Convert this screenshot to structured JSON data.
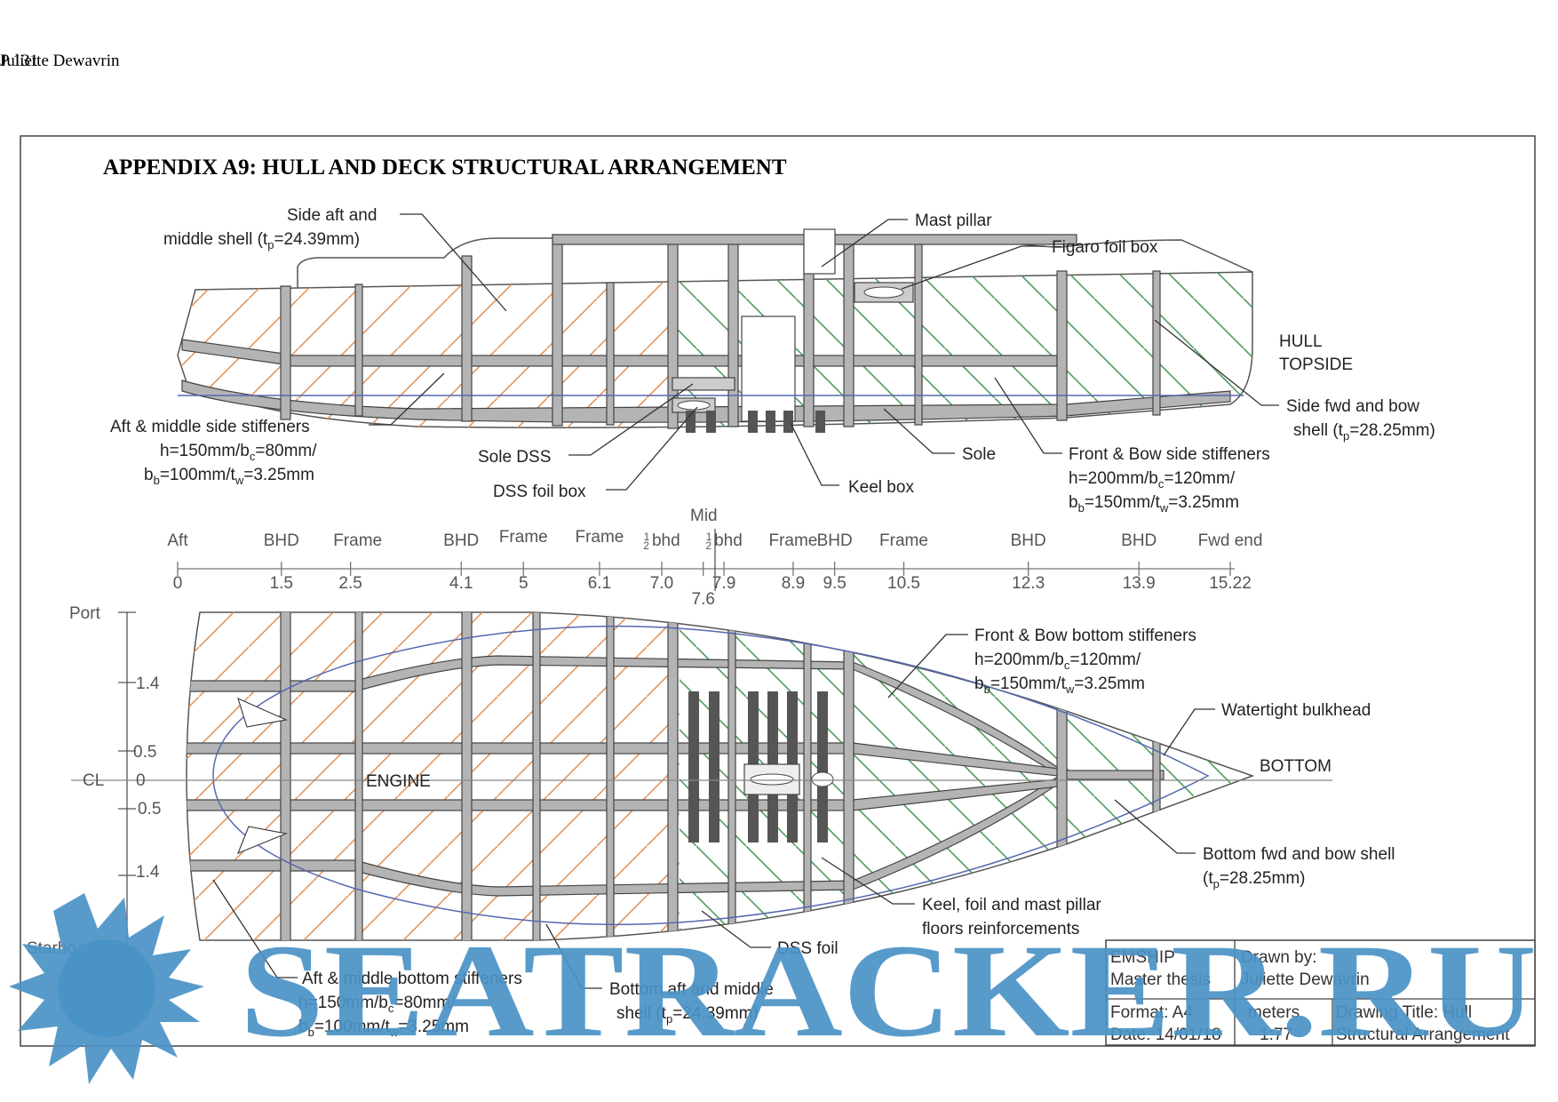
{
  "header": {
    "page": "P 131",
    "author": "Juliette Dewavrin"
  },
  "title": "APPENDIX A9: HULL AND DECK STRUCTURAL ARRANGEMENT",
  "topside": {
    "view_label_1": "HULL",
    "view_label_2": "TOPSIDE",
    "callouts": {
      "side_aft_1": "Side aft and",
      "side_aft_2a": "middle shell (t",
      "side_aft_2sub": "p",
      "side_aft_2b": "=24.39mm)",
      "mast_pillar": "Mast pillar",
      "figaro": "Figaro foil box",
      "side_fwd_1": "Side fwd and bow",
      "side_fwd_2a": "shell (t",
      "side_fwd_2sub": "p",
      "side_fwd_2b": "=28.25mm)",
      "aft_stiff_1": "Aft & middle side stiffeners",
      "aft_stiff_2a": "h=150mm/b",
      "aft_stiff_2sub": "c",
      "aft_stiff_2b": "=80mm/",
      "aft_stiff_3a": "b",
      "aft_stiff_3sub": "b",
      "aft_stiff_3b": "=100mm/t",
      "aft_stiff_3sub2": "w",
      "aft_stiff_3c": "=3.25mm",
      "sole_dss": "Sole DSS",
      "dss_foil_box": "DSS foil box",
      "keel_box": "Keel box",
      "sole": "Sole",
      "front_stiff_1": "Front & Bow side stiffeners",
      "front_stiff_2a": "h=200mm/b",
      "front_stiff_2sub": "c",
      "front_stiff_2b": "=120mm/",
      "front_stiff_3a": "b",
      "front_stiff_3sub": "b",
      "front_stiff_3b": "=150mm/t",
      "front_stiff_3sub2": "w",
      "front_stiff_3c": "=3.25mm"
    }
  },
  "scale": {
    "mid": "Mid",
    "labels": [
      "Aft",
      "BHD",
      "Frame",
      "BHD",
      "Frame",
      "Frame",
      "bhd",
      "bhd",
      "Frame",
      "BHD",
      "Frame",
      "BHD",
      "BHD",
      "Fwd end"
    ],
    "half": "1",
    "half_den": "2",
    "values": [
      "0",
      "1.5",
      "2.5",
      "4.1",
      "5",
      "6.1",
      "7.0",
      "7.6",
      "7.9",
      "8.9",
      "9.5",
      "10.5",
      "12.3",
      "13.9",
      "15.22"
    ]
  },
  "bottom": {
    "view_label": "BOTTOM",
    "engine": "ENGINE",
    "y_axis": {
      "port": "Port",
      "starboard": "Starboard",
      "cl": "CL",
      "ticks": [
        "1.4",
        "0.5",
        "0",
        "0.5",
        "1.4"
      ]
    },
    "callouts": {
      "front_stiff_1": "Front & Bow bottom stiffeners",
      "front_stiff_2a": "h=200mm/b",
      "front_stiff_2sub": "c",
      "front_stiff_2b": "=120mm/",
      "front_stiff_3a": "b",
      "front_stiff_3sub": "b",
      "front_stiff_3b": "=150mm/t",
      "front_stiff_3sub2": "w",
      "front_stiff_3c": "=3.25mm",
      "watertight": "Watertight bulkhead",
      "bottom_fwd_1": "Bottom fwd and bow shell",
      "bottom_fwd_2a": "(t",
      "bottom_fwd_2sub": "p",
      "bottom_fwd_2b": "=28.25mm)",
      "keel_floors_1": "Keel, foil and mast pillar",
      "keel_floors_2": "floors reinforcements",
      "dss_foil": "DSS foil",
      "aft_stiff_1": "Aft & middle bottom stiffeners",
      "aft_stiff_2a": "h=150mm/b",
      "aft_stiff_2sub": "c",
      "aft_stiff_2b": "=80mm/",
      "aft_stiff_3a": "b",
      "aft_stiff_3sub": "b",
      "aft_stiff_3b": "=100mm/t",
      "aft_stiff_3sub2": "w",
      "aft_stiff_3c": "=3.25mm",
      "bottom_aft_1": "Bottom aft and middle",
      "bottom_aft_2a": "shell (t",
      "bottom_aft_2sub": "p",
      "bottom_aft_2b": "=24.39mm)"
    }
  },
  "title_block": {
    "c1": "EMSHIP",
    "c2": "Master thesis",
    "c3": "Drawn by:",
    "c4": "Juliette Dewavrin",
    "c5": "Format: A4",
    "c6": "meters",
    "c7": "Drawing Title: Hull",
    "c8": "Date: 14/01/18",
    "c9": "1:77",
    "c10": "Structural Arrangement"
  },
  "watermark": {
    "text": "SEATRACKER.RU"
  },
  "colors": {
    "frame_fill": "#b4b4b4",
    "frame_stroke": "#444444",
    "hatch_orange": "#e2955e",
    "hatch_green": "#4f9c5b",
    "waterline": "#5568b0",
    "watermark": "#4a93c6"
  }
}
